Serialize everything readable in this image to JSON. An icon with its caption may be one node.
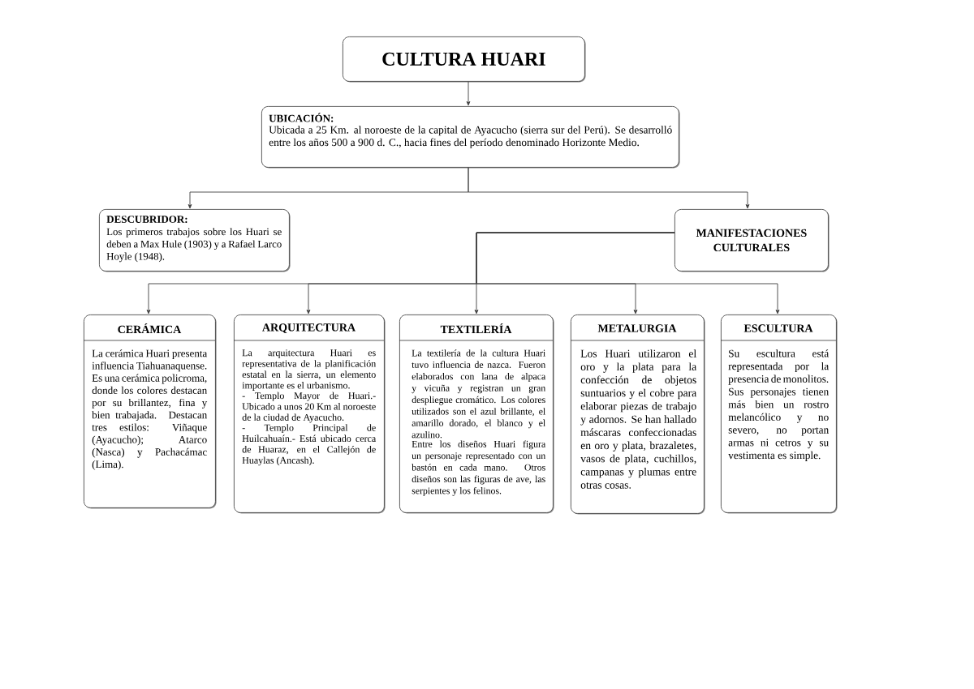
{
  "diagram": {
    "nodes": [
      {
        "text": [
          "CULTURA HUARI"
        ]
      },
      {
        "text": [
          "UBICACIÓN:",
          "Ubicada a 25 Km. al noroeste de la capital de Ayacucho (sierra sur del Perú). Se desarrolló entre los años 500 a 900 d. C., hacia fines del período denominado Horizonte Medio."
        ]
      },
      {
        "text": [
          "DESCUBRIDOR:",
          "Los primeros trabajos sobre los Huari se deben a Max Hule (1903) y a Rafael Larco Hoyle (1948)."
        ]
      },
      {
        "text": [
          "MANIFESTACIONES CULTURALES"
        ]
      },
      {
        "text": [
          "CERÁMICA",
          "La cerámica Huari presenta influencia Tiahuanaquense. Es una cerámica policroma, donde los colores destacan por su brillantez, fina y bien trabajada. Destacan tres estilos: Viñaque (Ayacucho); Atarco (Nasca) y Pachacámac (Lima)."
        ]
      },
      {
        "text": [
          "ARQUITECTURA",
          "La arquitectura Huari es representativa de la planificación estatal en la sierra, un elemento importante es el urbanismo.",
          "- Templo Mayor de Huari.- Ubicado a unos 20 Km al noroeste de la ciudad de Ayacucho.",
          "- Templo Principal de Huilcahuaín.- Está ubicado cerca de Huaraz, en el Callejón de Huaylas (Ancash)."
        ]
      },
      {
        "text": [
          "TEXTILERÍA",
          "La textilería de la cultura Huari tuvo influencia de nazca. Fueron elaborados con lana de alpaca y vicuña y registran un gran despliegue cromático. Los colores utilizados son el azul brillante, el amarillo dorado, el blanco y el azulino.",
          "Entre los diseños Huari figura un personaje representado con un bastón en cada mano. Otros diseños son las figuras de ave, las serpientes y los felinos."
        ]
      },
      {
        "text": [
          "METALURGIA",
          "Los Huari utilizaron el oro y la plata para la confección de objetos suntuarios y el cobre para elaborar piezas de trabajo y adornos. Se han hallado máscaras confeccionadas en oro y plata, brazaletes, vasos de plata, cuchillos, campanas y plumas entre otras cosas."
        ]
      },
      {
        "text": [
          "ESCULTURA",
          "Su escultura está representada por la presencia de monolitos. Sus personajes tienen más bien un rostro melancólico y no severo, no portan armas ni cetros y su vestimenta es simple."
        ]
      }
    ],
    "edges": [
      {
        "from": 0,
        "to": 1,
        "arrow": "to"
      },
      {
        "from": 1,
        "to": 2,
        "arrow": "to"
      },
      {
        "from": 1,
        "to": 3,
        "arrow": "to"
      },
      {
        "from": 3,
        "to": 4,
        "arrow": "to"
      },
      {
        "from": 3,
        "to": 5,
        "arrow": "to"
      },
      {
        "from": 3,
        "to": 6,
        "arrow": "to"
      },
      {
        "from": 3,
        "to": 7,
        "arrow": "to"
      },
      {
        "from": 3,
        "to": 8,
        "arrow": "to"
      }
    ]
  }
}
